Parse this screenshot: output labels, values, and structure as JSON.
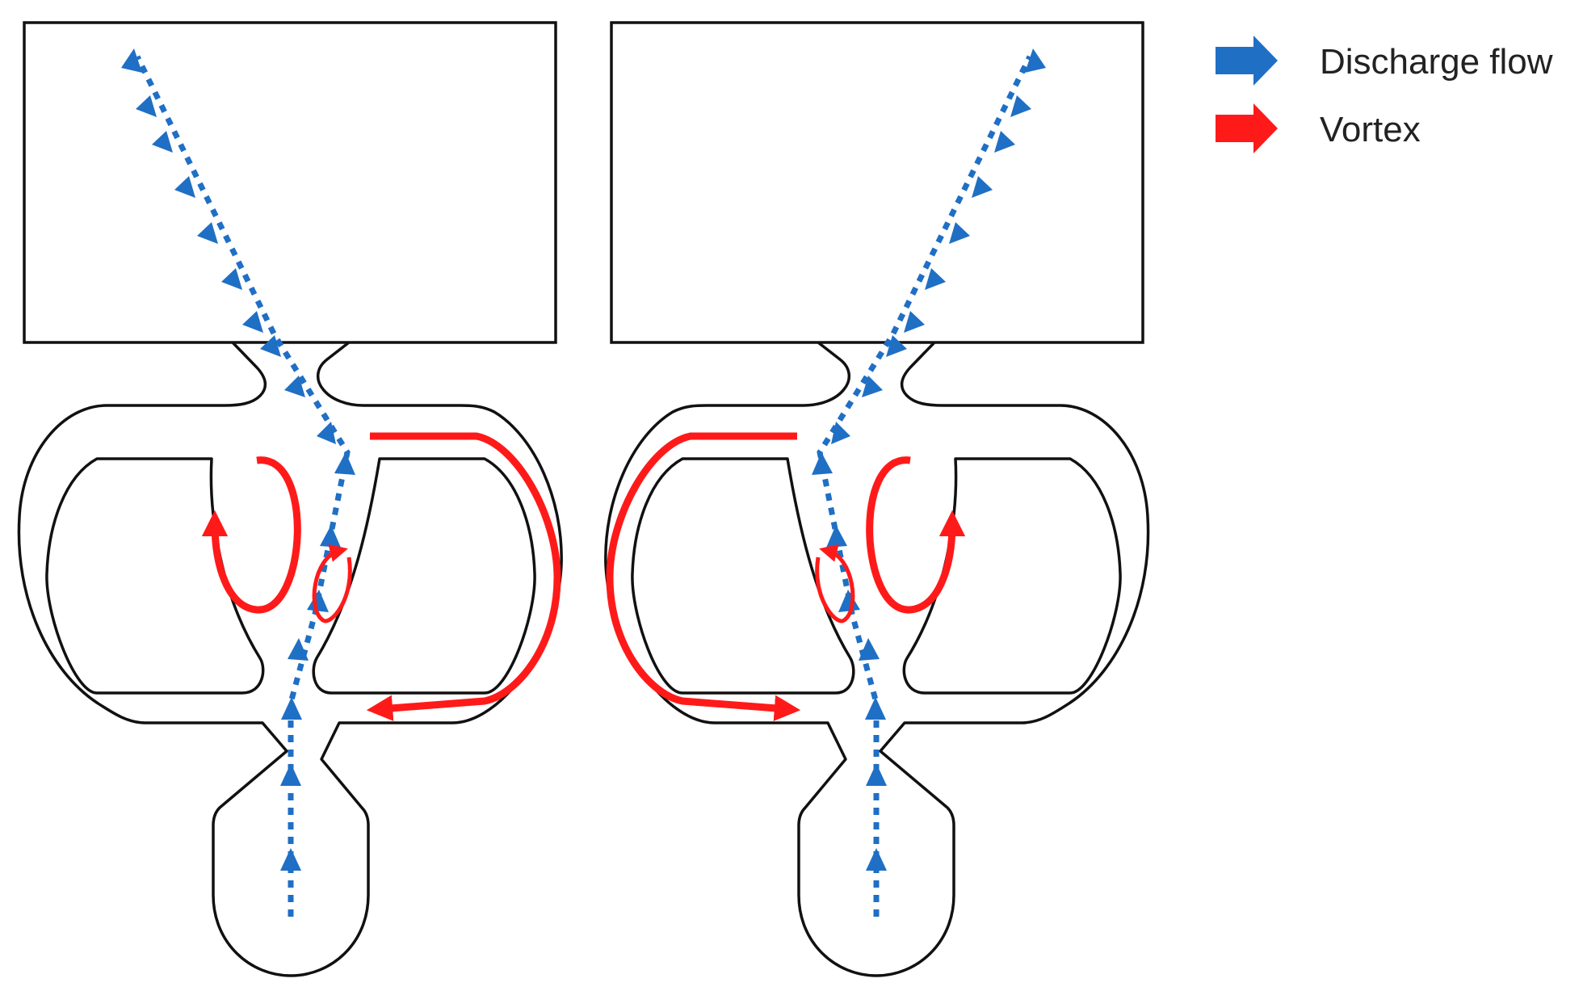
{
  "legend": {
    "items": [
      {
        "label": "Discharge flow",
        "color": "#1f6fc5"
      },
      {
        "label": "Vortex",
        "color": "#ff1a1a"
      }
    ]
  },
  "colors": {
    "outline": "#111111",
    "discharge": "#1f6fc5",
    "vortex": "#ff1a1a",
    "background": "#ffffff"
  },
  "panels": [
    {
      "name": "left-panel",
      "jet_direction": "up-left"
    },
    {
      "name": "right-panel",
      "jet_direction": "up-right"
    }
  ]
}
